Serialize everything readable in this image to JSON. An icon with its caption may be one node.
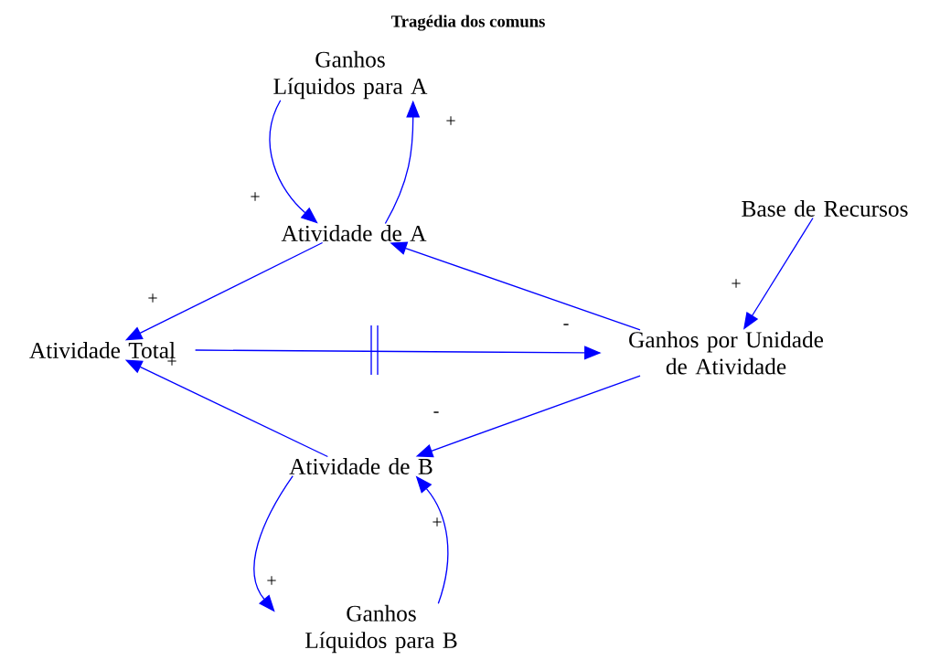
{
  "diagram": {
    "title": "Tragédia dos comuns",
    "nodes": [
      {
        "text": [
          "Ganhos Líquidos para A"
        ]
      },
      {
        "text": [
          "Atividade de A"
        ]
      },
      {
        "text": [
          "Atividade Total"
        ]
      },
      {
        "text": [
          "Ganhos por Unidade de Atividade"
        ]
      },
      {
        "text": [
          "Base de Recursos"
        ]
      },
      {
        "text": [
          "Atividade de B"
        ]
      },
      {
        "text": [
          "Ganhos Líquidos para B"
        ]
      }
    ],
    "edges": [
      {
        "from": 0,
        "to": 1,
        "arrow": "to",
        "label": "+"
      },
      {
        "from": 1,
        "to": 0,
        "arrow": "to",
        "label": "+"
      },
      {
        "from": 1,
        "to": 2,
        "arrow": "to",
        "label": "+"
      },
      {
        "from": 3,
        "to": 1,
        "arrow": "to"
      },
      {
        "from": 4,
        "to": 3,
        "arrow": "to",
        "label": "+"
      },
      {
        "from": 2,
        "to": 3,
        "arrow": "to",
        "label": "-"
      },
      {
        "from": 3,
        "to": 5,
        "arrow": "to",
        "label": "-"
      },
      {
        "from": 5,
        "to": 2,
        "arrow": "to",
        "label": "+"
      },
      {
        "from": 5,
        "to": 6,
        "arrow": "to",
        "label": "+"
      },
      {
        "from": 6,
        "to": 5,
        "arrow": "to",
        "label": "+"
      }
    ]
  }
}
